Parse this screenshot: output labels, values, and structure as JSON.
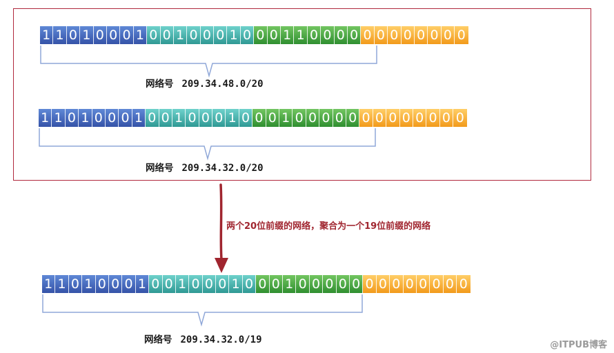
{
  "rows": [
    {
      "bits": [
        "1",
        "1",
        "0",
        "1",
        "0",
        "0",
        "0",
        "1",
        "0",
        "0",
        "1",
        "0",
        "0",
        "0",
        "1",
        "0",
        "0",
        "0",
        "1",
        "1",
        "0",
        "0",
        "0",
        "0",
        "0",
        "0",
        "0",
        "0",
        "0",
        "0",
        "0",
        "0"
      ],
      "label": "网络号",
      "address": "209.34.48.0/20"
    },
    {
      "bits": [
        "1",
        "1",
        "0",
        "1",
        "0",
        "0",
        "0",
        "1",
        "0",
        "0",
        "1",
        "0",
        "0",
        "0",
        "1",
        "0",
        "0",
        "0",
        "1",
        "0",
        "0",
        "0",
        "0",
        "0",
        "0",
        "0",
        "0",
        "0",
        "0",
        "0",
        "0",
        "0"
      ],
      "label": "网络号",
      "address": "209.34.32.0/20"
    },
    {
      "bits": [
        "1",
        "1",
        "0",
        "1",
        "0",
        "0",
        "0",
        "1",
        "0",
        "0",
        "1",
        "0",
        "0",
        "0",
        "1",
        "0",
        "0",
        "0",
        "1",
        "0",
        "0",
        "0",
        "0",
        "0",
        "0",
        "0",
        "0",
        "0",
        "0",
        "0",
        "0",
        "0"
      ],
      "label": "网络号",
      "address": "209.34.32.0/19"
    }
  ],
  "caption": "两个20位前缀的网络，聚合为一个19位前缀的网络",
  "watermark": "@ITPUB博客",
  "colors": {
    "octet1": "#3f5fb3",
    "octet2": "#3aa6a0",
    "octet3": "#3e9c3a",
    "octet4": "#f4a62a",
    "frame": "#b0283c",
    "arrow": "#a0252f"
  }
}
